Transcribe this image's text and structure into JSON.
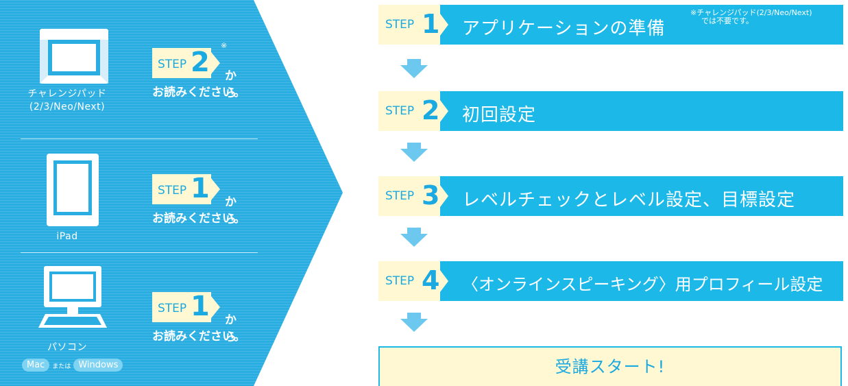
{
  "left_panel": {
    "devices": [
      {
        "label_line1": "チャレンジパッド",
        "label_line2": "(2/3/Neo/Next)",
        "step_word": "STEP",
        "step_num": "2",
        "note_mark": "※",
        "kara": "から",
        "read": "お読みください。"
      },
      {
        "label_line1": "iPad",
        "step_word": "STEP",
        "step_num": "1",
        "kara": "から",
        "read": "お読みください。"
      },
      {
        "label_line1": "パソコン",
        "step_word": "STEP",
        "step_num": "1",
        "kara": "から",
        "read": "お読みください。",
        "os_mac": "Mac",
        "os_or": "または",
        "os_windows": "Windows"
      }
    ]
  },
  "flow": {
    "steps": [
      {
        "word": "STEP",
        "num": "1",
        "title": "アプリケーションの準備",
        "note_line1": "※チャレンジパッド(2/3/Neo/Next)",
        "note_line2": "では不要です。"
      },
      {
        "word": "STEP",
        "num": "2",
        "title": "初回設定"
      },
      {
        "word": "STEP",
        "num": "3",
        "title": "レベルチェックとレベル設定、目標設定"
      },
      {
        "word": "STEP",
        "num": "4",
        "title": "〈オンラインスピーキング〉用プロフィール設定"
      }
    ],
    "start_label": "受講スタート!"
  },
  "colors": {
    "panel_blue": "#2aaee2",
    "step_blue": "#1cb8e8",
    "tag_cream": "#fff8d2",
    "arrow_blue": "#6cc8ee"
  }
}
